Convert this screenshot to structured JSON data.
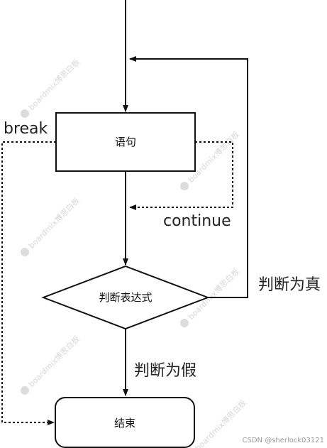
{
  "nodes": {
    "statement": "语句",
    "condition": "判断表达式",
    "end": "结束"
  },
  "edge_labels": {
    "break": "break",
    "continue": "continue",
    "true_branch": "判断为真",
    "false_branch": "判断为假"
  },
  "watermark": {
    "text": "boardmix博思白板"
  },
  "footer": {
    "credit": "CSDN @sherlock03121"
  },
  "colors": {
    "stroke": "#111111",
    "background": "#ffffff",
    "watermark": "#c8c8c8"
  }
}
